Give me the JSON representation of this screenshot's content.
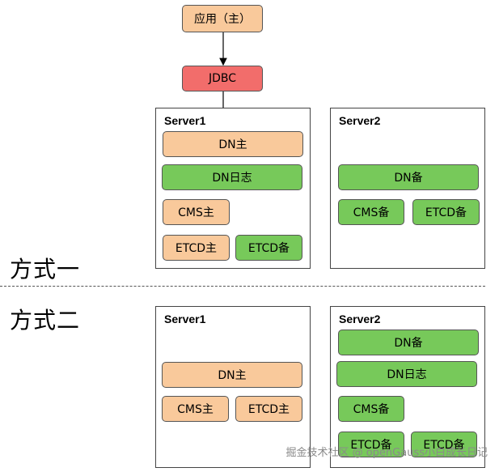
{
  "app": {
    "node": "应用（主）",
    "jdbc": "JDBC"
  },
  "mode1": {
    "label": "方式一",
    "server1": {
      "title": "Server1",
      "dn": "DN主",
      "dn_log": "DN日志",
      "cms": "CMS主",
      "etcd_main": "ETCD主",
      "etcd_backup": "ETCD备"
    },
    "server2": {
      "title": "Server2",
      "dn": "DN备",
      "cms": "CMS备",
      "etcd": "ETCD备"
    }
  },
  "mode2": {
    "label": "方式二",
    "server1": {
      "title": "Server1",
      "dn": "DN主",
      "cms": "CMS主",
      "etcd": "ETCD主"
    },
    "server2": {
      "title": "Server2",
      "dn": "DN备",
      "dn_log": "DN日志",
      "cms": "CMS备",
      "etcd_1": "ETCD备",
      "etcd_2": "ETCD备"
    }
  },
  "watermark": "掘金技术社区 @ openGauss小白成长日记",
  "colors": {
    "orange": "#f9c99b",
    "green": "#77c95a",
    "red": "#f26d6b"
  }
}
